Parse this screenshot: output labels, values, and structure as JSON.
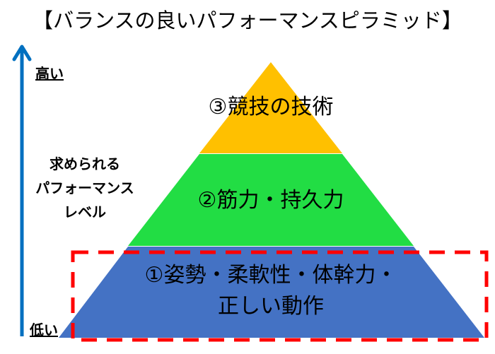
{
  "title": "【バランスの良いパフォーマンスピラミッド】",
  "axis": {
    "high": "高い",
    "low": "低い",
    "label_lines": [
      "求められる",
      "パフォーマンス",
      "レベル"
    ]
  },
  "levels": [
    {
      "label": "③競技の技術",
      "color": "#FFC000"
    },
    {
      "label": "②筋力・持久力",
      "color": "#22DD44"
    },
    {
      "label_lines": [
        "①姿勢・柔軟性・体幹力・",
        "正しい動作"
      ],
      "color": "#4472C4"
    }
  ],
  "colors": {
    "arrow": "#0070C0",
    "highlight": "#FF0000"
  }
}
